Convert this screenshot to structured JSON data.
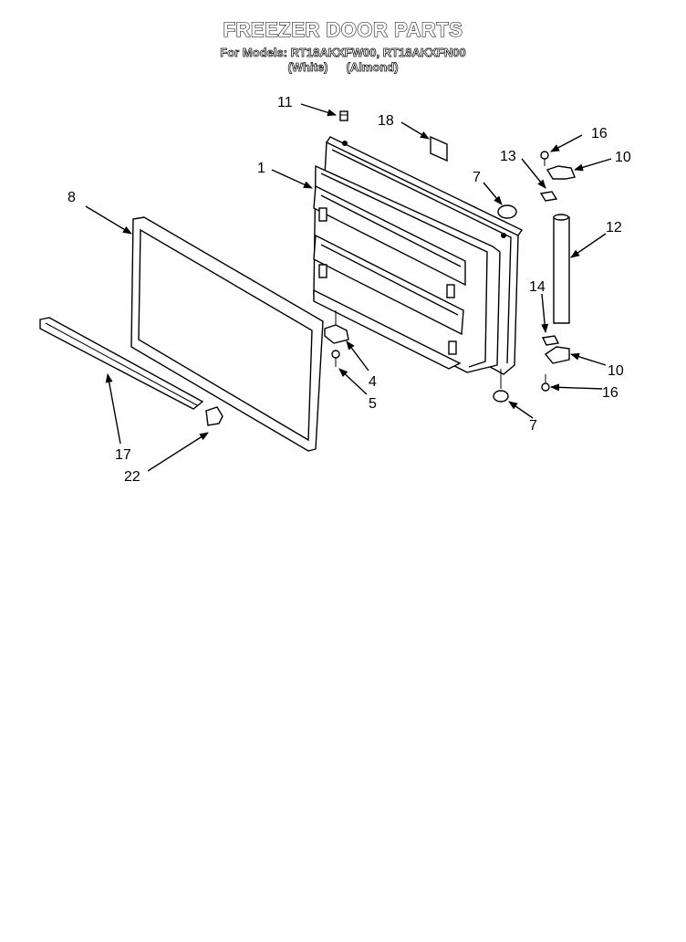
{
  "header": {
    "title": "FREEZER DOOR PARTS",
    "models_line": "For Models: RT18AKXFW00, RT18AKXFN00",
    "variant_white": "(White)",
    "variant_almond": "(Almond)"
  },
  "callouts": [
    {
      "id": "c11",
      "label": "11"
    },
    {
      "id": "c18",
      "label": "18"
    },
    {
      "id": "c16a",
      "label": "16"
    },
    {
      "id": "c13",
      "label": "13"
    },
    {
      "id": "c10a",
      "label": "10"
    },
    {
      "id": "c1",
      "label": "1"
    },
    {
      "id": "c7a",
      "label": "7"
    },
    {
      "id": "c8",
      "label": "8"
    },
    {
      "id": "c12",
      "label": "12"
    },
    {
      "id": "c14",
      "label": "14"
    },
    {
      "id": "c4",
      "label": "4"
    },
    {
      "id": "c5",
      "label": "5"
    },
    {
      "id": "c10b",
      "label": "10"
    },
    {
      "id": "c16b",
      "label": "16"
    },
    {
      "id": "c7b",
      "label": "7"
    },
    {
      "id": "c17",
      "label": "17"
    },
    {
      "id": "c22",
      "label": "22"
    }
  ]
}
